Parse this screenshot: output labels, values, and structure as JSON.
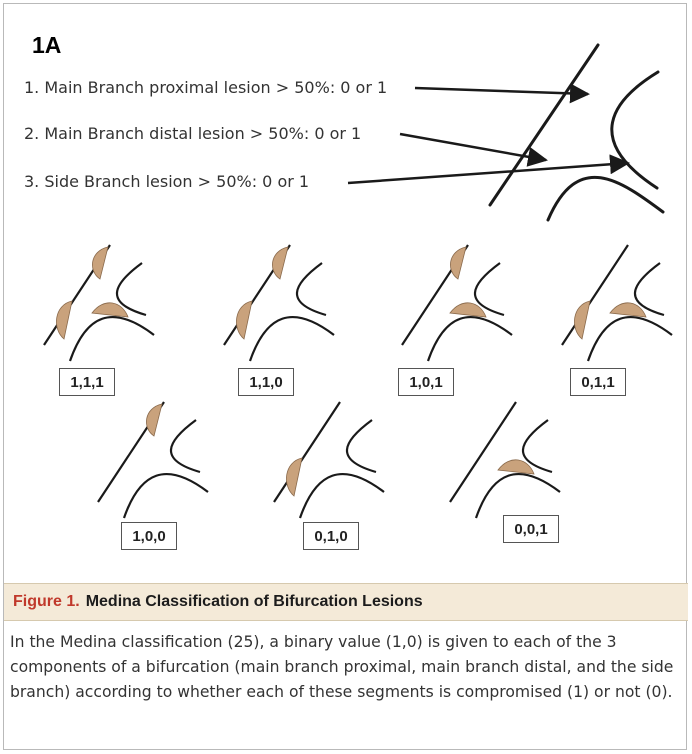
{
  "panel_label": "1A",
  "criteria": [
    "1. Main Branch proximal lesion > 50%: 0 or 1",
    "2. Main Branch distal lesion > 50%: 0 or 1",
    "3. Side Branch lesion > 50%: 0 or 1"
  ],
  "classifications": [
    {
      "code": "1,1,1",
      "proximal": 1,
      "distal": 1,
      "side": 1
    },
    {
      "code": "1,1,0",
      "proximal": 1,
      "distal": 1,
      "side": 0
    },
    {
      "code": "1,0,1",
      "proximal": 1,
      "distal": 0,
      "side": 1
    },
    {
      "code": "0,1,1",
      "proximal": 0,
      "distal": 1,
      "side": 1
    },
    {
      "code": "1,0,0",
      "proximal": 1,
      "distal": 0,
      "side": 0
    },
    {
      "code": "0,1,0",
      "proximal": 0,
      "distal": 1,
      "side": 0
    },
    {
      "code": "0,0,1",
      "proximal": 0,
      "distal": 0,
      "side": 1
    }
  ],
  "caption": {
    "figure_number": "Figure 1.",
    "title": "Medina Classification of Bifurcation Lesions",
    "body": "In the Medina classification (25), a binary value (1,0) is given to each of the 3 components of a bifurcation (main branch proximal, main branch distal, and the side branch) according to whether each of these segments is compromised (1) or not (0)."
  },
  "colors": {
    "vessel": "#1a1a1a",
    "plaque_fill": "#c9a27c",
    "plaque_stroke": "#8a6a4c",
    "fig_number": "#c0392b",
    "caption_bar": "#f4ead8"
  }
}
